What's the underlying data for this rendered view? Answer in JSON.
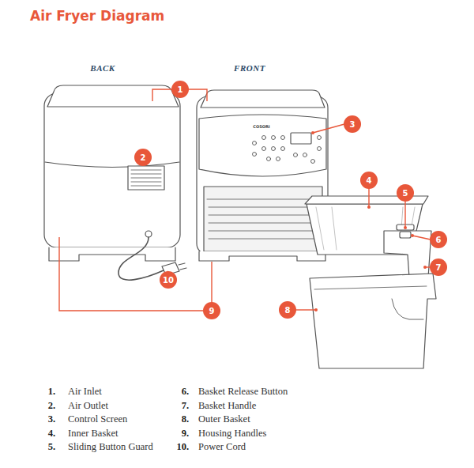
{
  "diagram": {
    "title": "Air Fryer Diagram",
    "nodes": [
      {
        "text": [
          "1"
        ]
      },
      {
        "text": [
          "2"
        ]
      },
      {
        "text": [
          "3"
        ]
      },
      {
        "text": [
          "4"
        ]
      },
      {
        "text": [
          "5"
        ]
      },
      {
        "text": [
          "6"
        ]
      },
      {
        "text": [
          "7"
        ]
      },
      {
        "text": [
          "8"
        ]
      },
      {
        "text": [
          "9"
        ]
      },
      {
        "text": [
          "10"
        ]
      }
    ],
    "labels": [
      "BACK",
      "FRONT",
      "COSORI",
      "1.",
      "Air Inlet",
      "2.",
      "Air Outlet",
      "3.",
      "Control Screen",
      "4.",
      "Inner Basket",
      "5.",
      "Sliding Button Guard",
      "6.",
      "Basket Release Button",
      "7.",
      "Basket Handle",
      "8.",
      "Outer Basket",
      "9.",
      "Housing Handles",
      "10.",
      "Power Cord"
    ]
  }
}
